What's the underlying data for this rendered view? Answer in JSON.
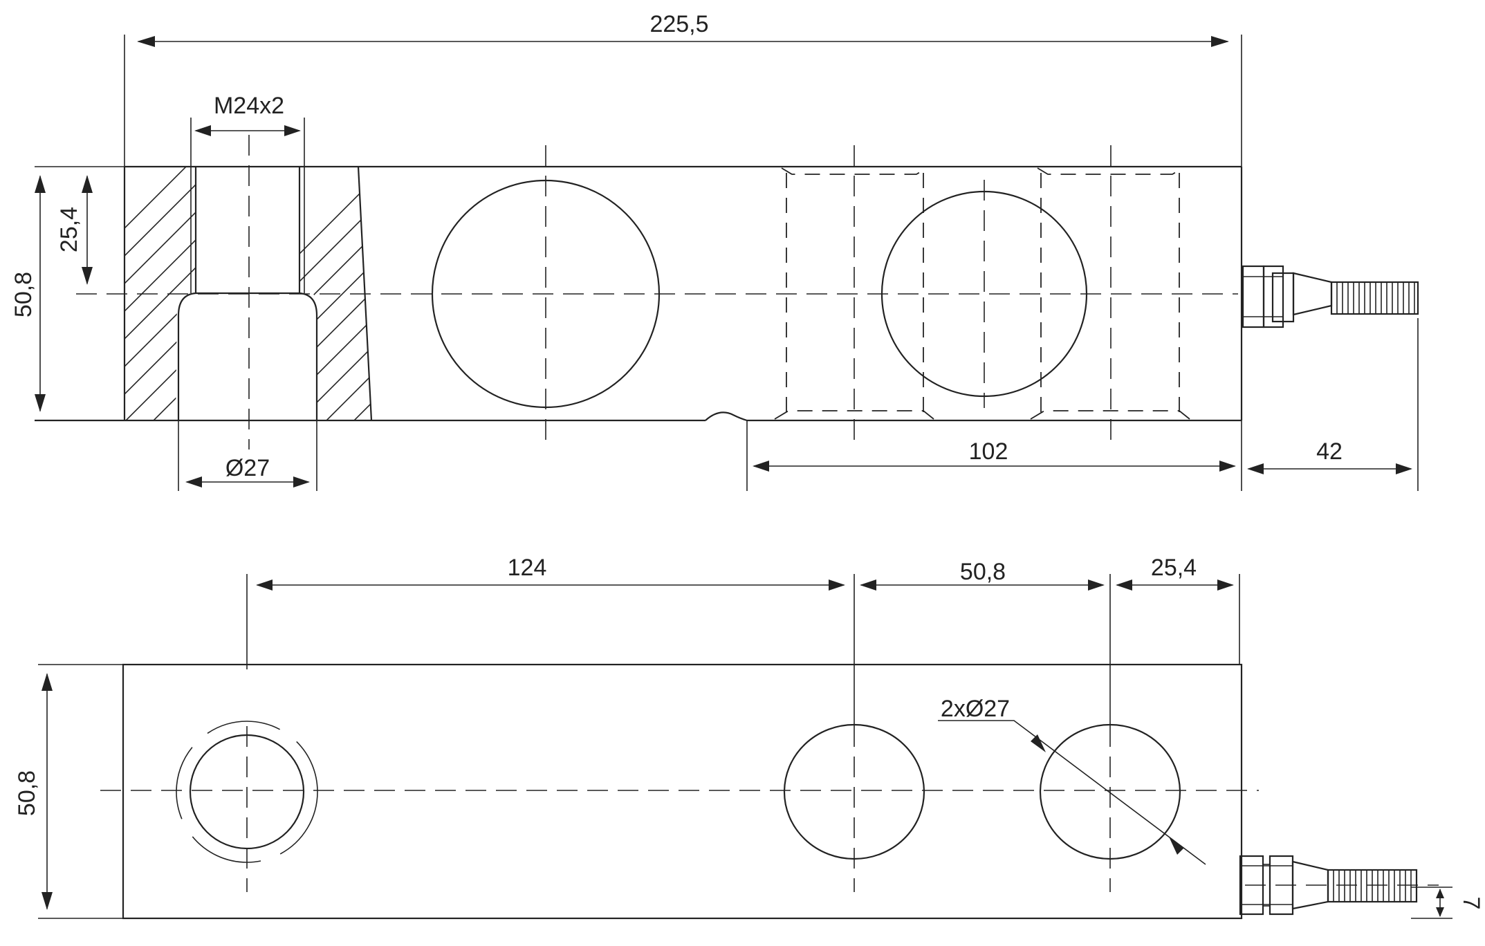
{
  "dimensions": {
    "overall_length": "225,5",
    "thread": "M24x2",
    "bore_depth": "25,4",
    "height_top_view": "50,8",
    "bore_diameter": "Ø27",
    "span_102": "102",
    "cable_length": "42",
    "span_124": "124",
    "hole_pitch": "50,8",
    "end_to_hole": "25,4",
    "hole_callout": "2xØ27",
    "height_side_view": "50,8",
    "cable_offset": "7"
  }
}
